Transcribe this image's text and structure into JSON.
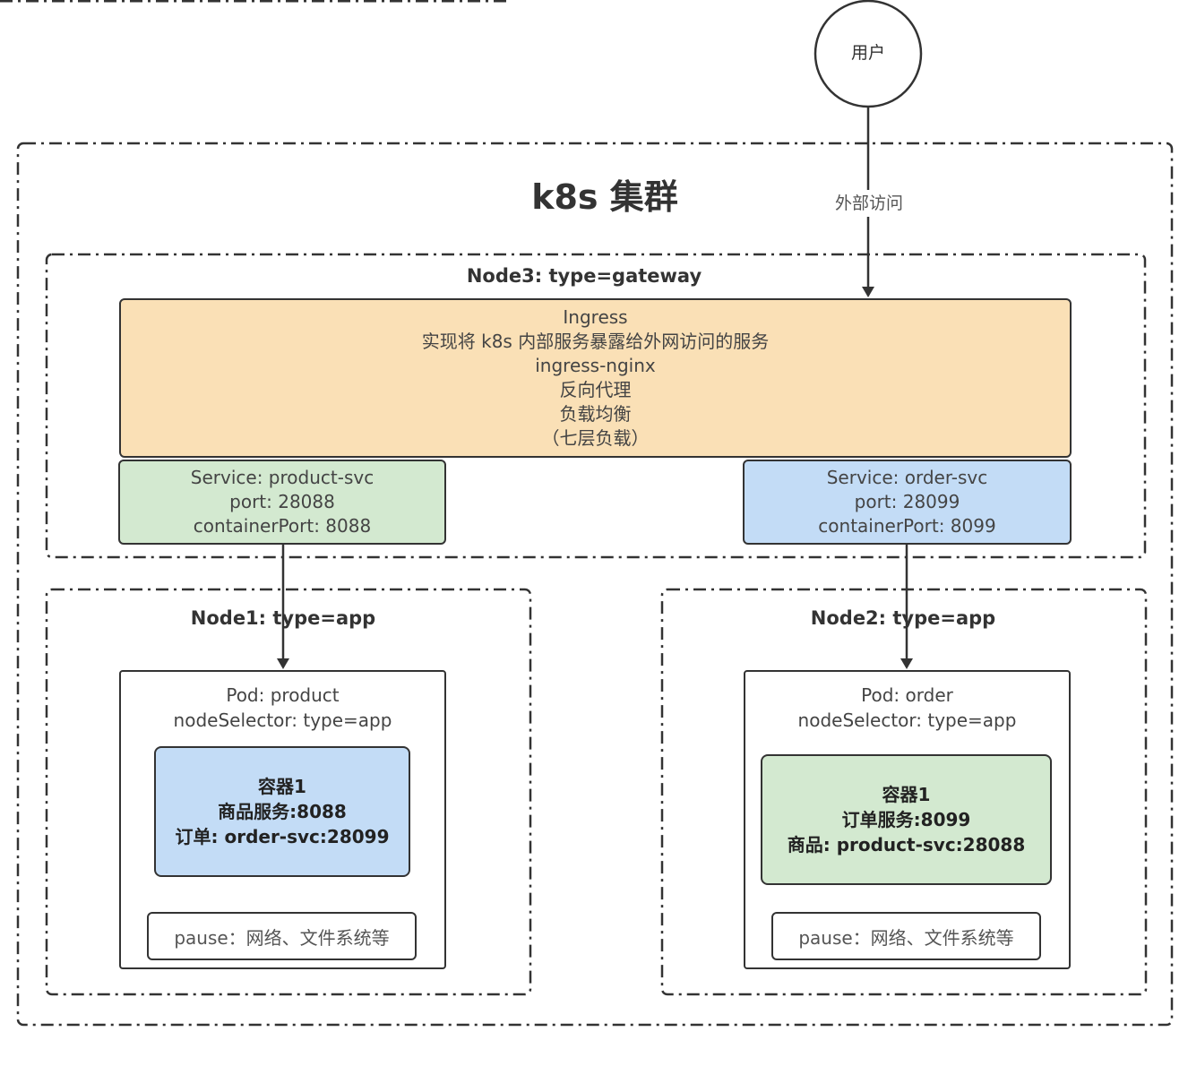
{
  "colors": {
    "ingress": "#fae0b6",
    "green": "#d3e9d0",
    "blue": "#c3dcf6",
    "stroke": "#333333"
  },
  "user": {
    "label": "用户"
  },
  "external_edge": {
    "label": "外部访问"
  },
  "cluster": {
    "title": "k8s 集群"
  },
  "node3": {
    "title": "Node3: type=gateway",
    "ingress": {
      "lines": [
        "Ingress",
        "实现将 k8s 内部服务暴露给外网访问的服务",
        "ingress-nginx",
        "反向代理",
        "负载均衡",
        "（七层负载）"
      ]
    },
    "service_product": {
      "lines": [
        "Service: product-svc",
        "port: 28088",
        "containerPort: 8088"
      ]
    },
    "service_order": {
      "lines": [
        "Service: order-svc",
        "port: 28099",
        "containerPort: 8099"
      ]
    }
  },
  "node1": {
    "title": "Node1: type=app",
    "pod": {
      "lines": [
        "Pod: product",
        "nodeSelector: type=app"
      ],
      "container": {
        "lines": [
          "容器1",
          "商品服务:8088",
          "订单: order-svc:28099"
        ]
      },
      "pause": "pause：网络、文件系统等"
    }
  },
  "node2": {
    "title": "Node2: type=app",
    "pod": {
      "lines": [
        "Pod: order",
        "nodeSelector: type=app"
      ],
      "container": {
        "lines": [
          "容器1",
          "订单服务:8099",
          "商品: product-svc:28088"
        ]
      },
      "pause": "pause：网络、文件系统等"
    }
  }
}
